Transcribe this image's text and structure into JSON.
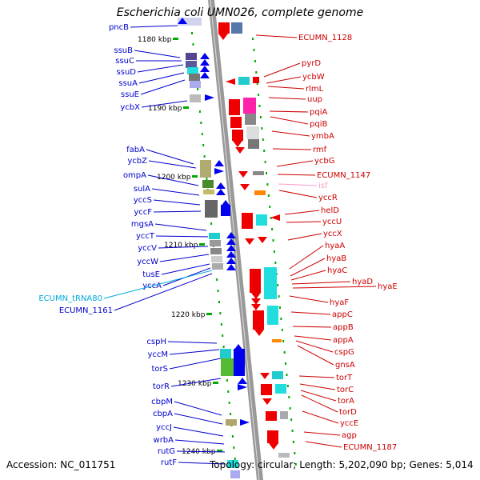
{
  "title": "Escherichia coli UMN026, complete genome",
  "accession": "Accession: NC_011751",
  "topology": "Topology: circular; Length: 5,202,090 bp; Genes: 5,014",
  "colors": {
    "left_label": "#0000cc",
    "right_label": "#cc0000",
    "trna_label": "#00aadd",
    "pseudo_label": "#ff99cc",
    "backbone": "#999999",
    "tick": "#00aa00"
  },
  "kbp_ticks": [
    "1180 kbp",
    "1190 kbp",
    "1200 kbp",
    "1210 kbp",
    "1220 kbp",
    "1230 kbp",
    "1240 kbp"
  ],
  "left_genes": [
    "pncB",
    "ssuB",
    "ssuC",
    "ssuD",
    "ssuA",
    "ssuE",
    "ycbX",
    "fabA",
    "ycbZ",
    "ompA",
    "sulA",
    "yccS",
    "yccF",
    "mgsA",
    "yccT",
    "yccV",
    "yccW",
    "tusE",
    "yccA",
    "ECUMN_tRNA80",
    "ECUMN_1161",
    "cspH",
    "yccM",
    "torS",
    "torR",
    "cbpM",
    "cbpA",
    "yccJ",
    "wrbA",
    "rutG",
    "rutF"
  ],
  "right_genes": [
    "ECUMN_1128",
    "pyrD",
    "ycbW",
    "rlmL",
    "uup",
    "pqiA",
    "pqiB",
    "ymbA",
    "rmf",
    "ycbG",
    "ECUMN_1147",
    "isf",
    "yccR",
    "helD",
    "yccU",
    "yccX",
    "hyaA",
    "hyaB",
    "hyaC",
    "hyaD",
    "hyaE",
    "hyaF",
    "appC",
    "appB",
    "appA",
    "cspG",
    "gnsA",
    "torT",
    "torC",
    "torA",
    "torD",
    "yccE",
    "agp",
    "ECUMN_1187"
  ]
}
